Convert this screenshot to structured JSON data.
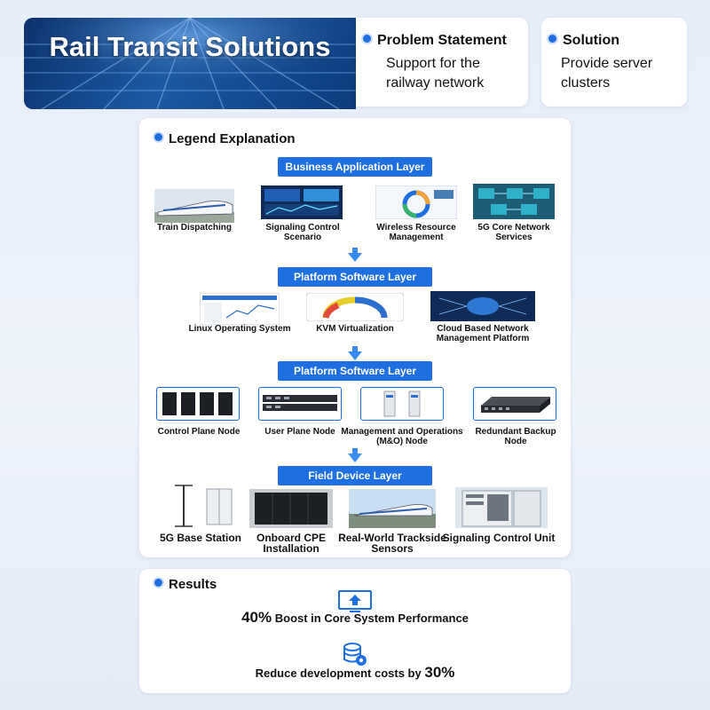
{
  "hero": {
    "title": "Rail Transit Solutions"
  },
  "problem": {
    "heading": "Problem Statement",
    "text": "Support for the railway network"
  },
  "solution": {
    "heading": "Solution",
    "text": "Provide server clusters"
  },
  "legend": {
    "heading": "Legend Explanation",
    "layers": [
      {
        "label": "Business Application Layer",
        "items": [
          "Train Dispatching",
          "Signaling Control Scenario",
          "Wireless Resource Management",
          "5G Core Network Services"
        ]
      },
      {
        "label": "Platform Software Layer",
        "items": [
          "Linux Operating System",
          "KVM Virtualization",
          "Cloud Based Network Management Platform"
        ]
      },
      {
        "label": "Platform Software Layer",
        "items": [
          "Control Plane Node",
          "User Plane Node",
          "Management and Operations (M&O) Node",
          "Redundant Backup Node"
        ]
      },
      {
        "label": "Field Device Layer",
        "items": [
          "5G Base Station",
          "Onboard CPE Installation",
          "Real-World Trackside Sensors",
          "Signaling Control Unit"
        ]
      }
    ]
  },
  "results": {
    "heading": "Results",
    "r1_value": "40%",
    "r1_text": "Boost in Core System Performance",
    "r2_text": "Reduce development costs by",
    "r2_value": "30%"
  },
  "colors": {
    "accent": "#1f6fe0",
    "hero_bg": "#0b2f6b"
  }
}
